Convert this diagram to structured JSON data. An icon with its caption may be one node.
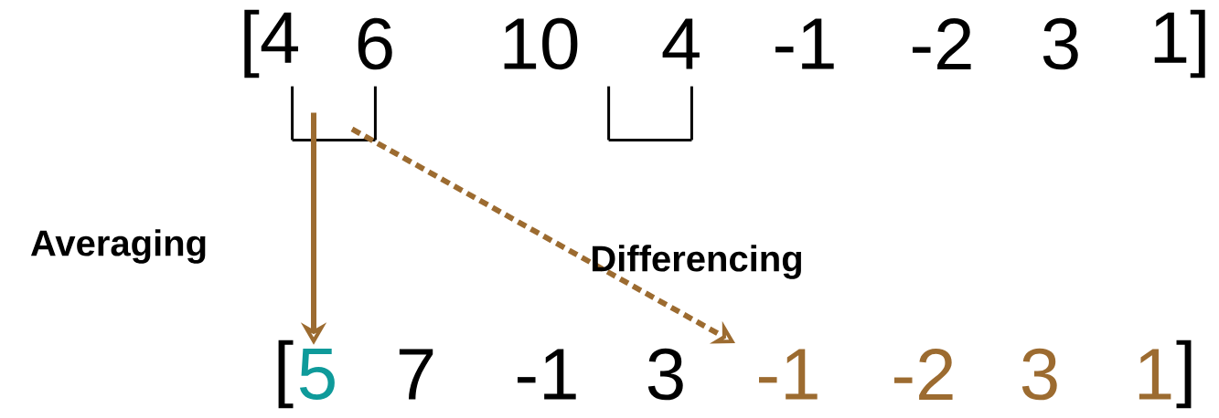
{
  "diagram": {
    "nodes": [
      {
        "text": [],
        "shape": "bracket"
      },
      {
        "text": [],
        "shape": "bracket"
      },
      {
        "text": [
          "5"
        ]
      },
      {
        "text": [
          "-1"
        ]
      }
    ],
    "edges": [
      {
        "from": 0,
        "to": 2,
        "arrow": "to",
        "label": "Averaging"
      },
      {
        "from": 0,
        "to": 3,
        "arrow": "to",
        "style": "dashed",
        "label": "Differencing"
      }
    ],
    "labels": [
      "[4",
      "6",
      "10",
      "4",
      "-1",
      "-2",
      "3",
      "1]",
      "[",
      "7",
      "-1",
      "3",
      "-2",
      "3",
      "1",
      "]"
    ]
  }
}
